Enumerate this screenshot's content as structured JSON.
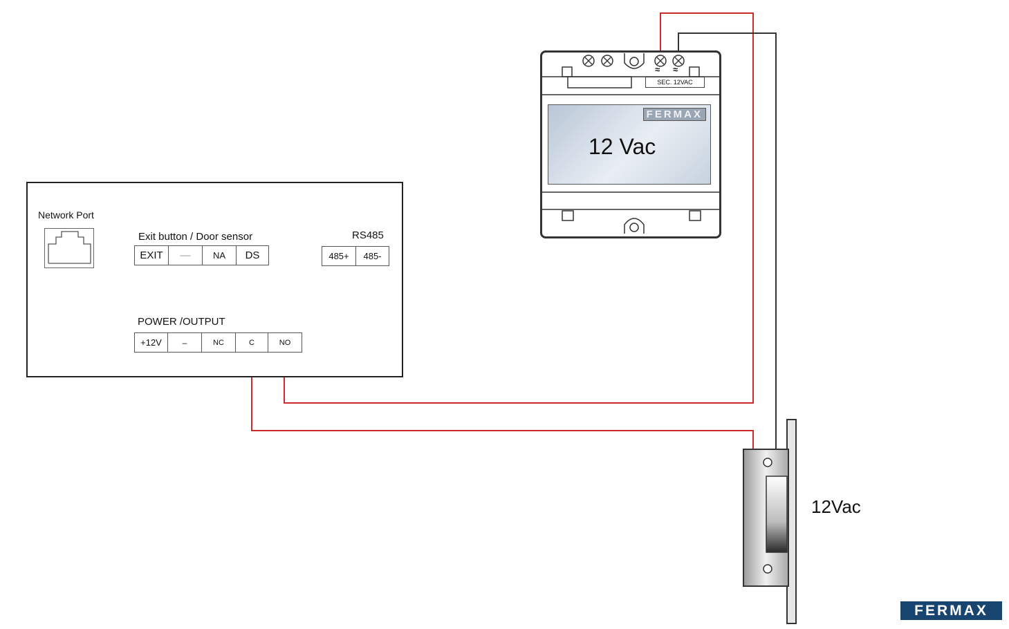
{
  "controller": {
    "network_port_label": "Network Port",
    "exit_group_label": "Exit button / Door sensor",
    "exit_terminals": [
      "EXIT",
      "—",
      "NA",
      "DS"
    ],
    "rs485_label": "RS485",
    "rs485_terminals": [
      "485+",
      "485-"
    ],
    "power_group_label": "POWER /OUTPUT",
    "power_terminals": [
      "+12V",
      "–",
      "NC",
      "C",
      "NO"
    ]
  },
  "transformer": {
    "brand": "FERMAX",
    "voltage": "12 Vac",
    "secondary_label": "SEC. 12VAC",
    "terminal_symbols": [
      "≈",
      "≈"
    ]
  },
  "lock": {
    "voltage_label": "12Vac"
  },
  "logo": {
    "text": "FERMAX"
  },
  "colors": {
    "wire_red": "#cc2b2b",
    "wire_black": "#333333",
    "logo_blue": "#17456f"
  }
}
